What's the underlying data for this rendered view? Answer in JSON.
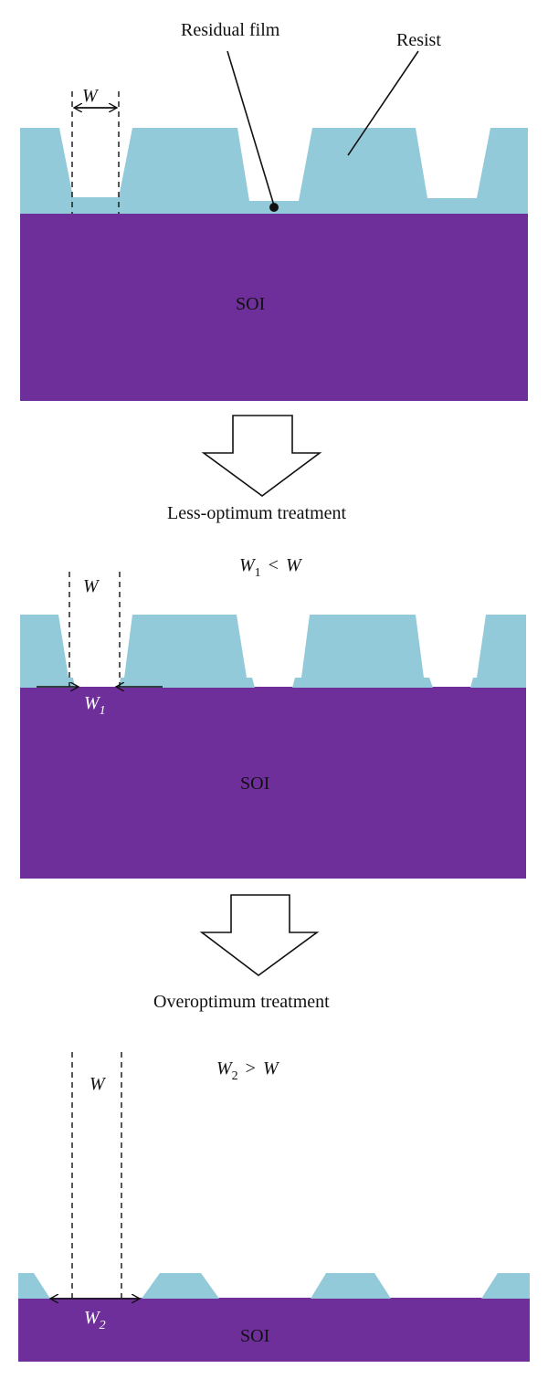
{
  "diagram": {
    "colors": {
      "resist": "#92cad9",
      "soi": "#6e2f9b",
      "line": "#111111",
      "white_text": "#ffffff"
    },
    "panel1": {
      "residual_film_label": "Residual film",
      "resist_label": "Resist",
      "w_label": "W",
      "soi_label": "SOI"
    },
    "transition1": {
      "caption": "Less-optimum treatment"
    },
    "panel2": {
      "relation": {
        "lhs": "W",
        "lhs_sub": "1",
        "op": "<",
        "rhs": "W"
      },
      "w_label": "W",
      "w1_label": "W",
      "w1_sub": "1",
      "soi_label": "SOI"
    },
    "transition2": {
      "caption": "Overoptimum treatment"
    },
    "panel3": {
      "relation": {
        "lhs": "W",
        "lhs_sub": "2",
        "op": ">",
        "rhs": "W"
      },
      "w_label": "W",
      "w2_label": "W",
      "w2_sub": "2",
      "soi_label": "SOI"
    }
  }
}
